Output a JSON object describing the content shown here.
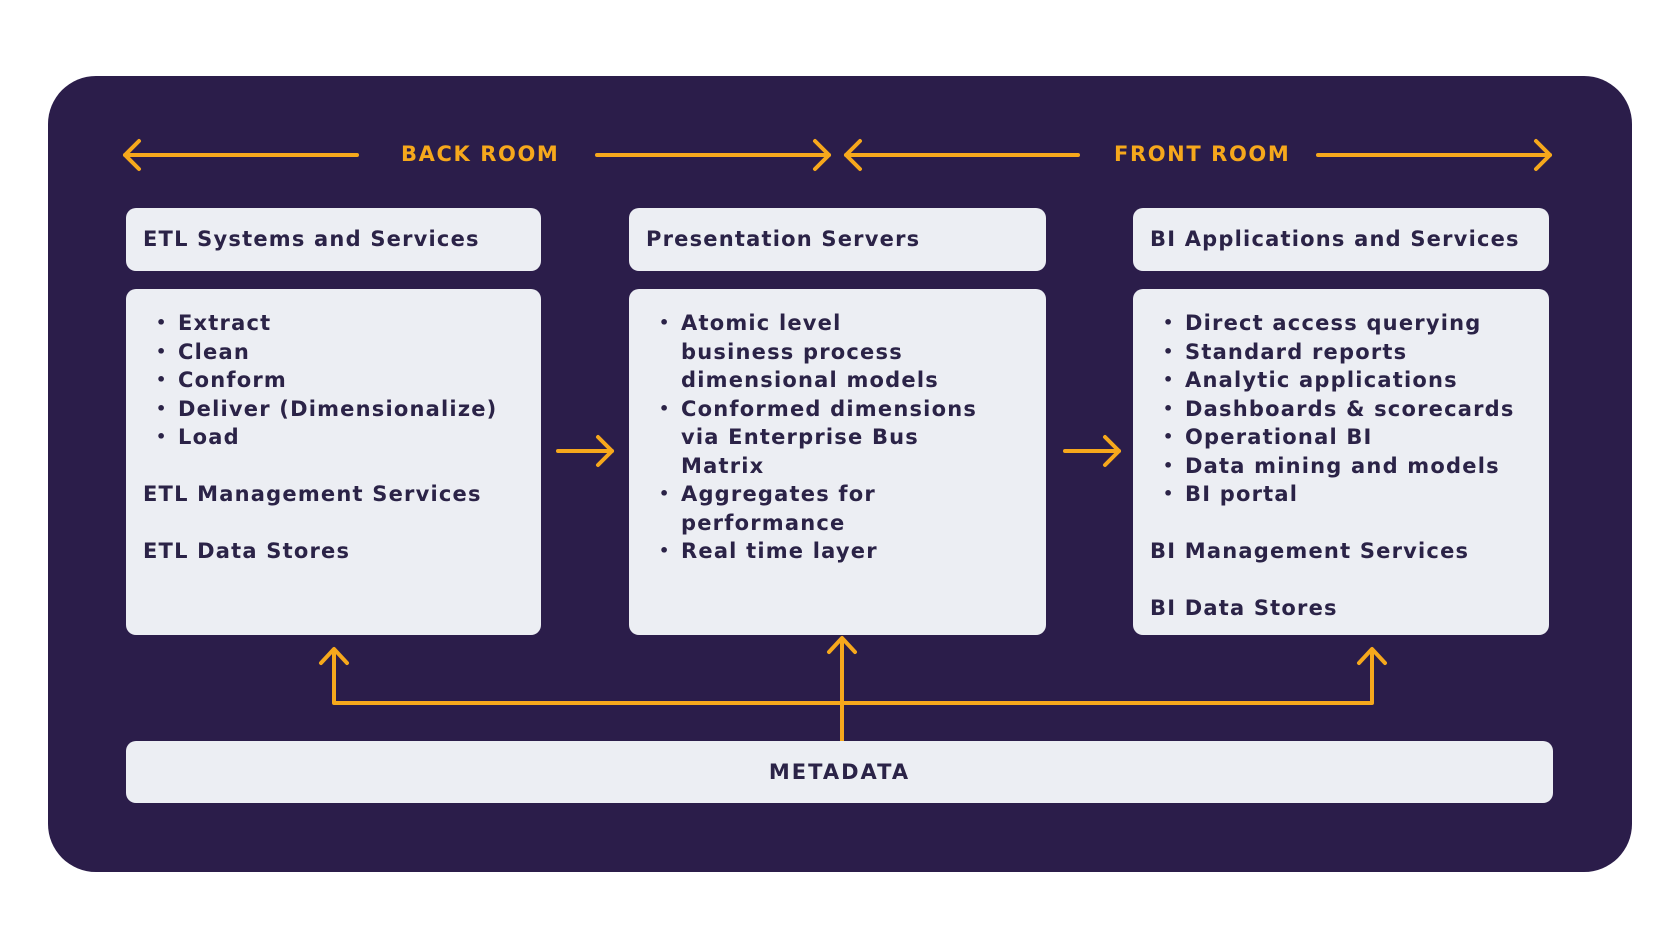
{
  "colors": {
    "panel": "#2b1d4a",
    "box": "#eceef3",
    "text": "#2b2347",
    "accent": "#f6a81c"
  },
  "zones": {
    "back_room": "BACK ROOM",
    "front_room": "FRONT ROOM"
  },
  "columns": [
    {
      "title": "ETL Systems and Services",
      "bullets": [
        "Extract",
        "Clean",
        "Conform",
        "Deliver (Dimensionalize)",
        "Load"
      ],
      "extras": [
        "ETL Management Services",
        "ETL Data Stores"
      ]
    },
    {
      "title": "Presentation Servers",
      "bullets": [
        "Atomic level business process dimensional models",
        "Conformed dimensions via Enterprise Bus Matrix",
        "Aggregates for performance",
        "Real time layer"
      ],
      "extras": []
    },
    {
      "title": "BI Applications and Services",
      "bullets": [
        "Direct access querying",
        "Standard reports",
        "Analytic applications",
        "Dashboards & scorecards",
        "Operational BI",
        "Data mining and models",
        "BI portal"
      ],
      "extras": [
        "BI Management Services",
        "BI Data Stores"
      ]
    }
  ],
  "metadata": {
    "label": "METADATA"
  },
  "connectors": [
    {
      "from": "ETL Systems and Services",
      "to": "Presentation Servers"
    },
    {
      "from": "Presentation Servers",
      "to": "BI Applications and Services"
    },
    {
      "from": "METADATA",
      "to": "ETL Systems and Services"
    },
    {
      "from": "METADATA",
      "to": "Presentation Servers"
    },
    {
      "from": "METADATA",
      "to": "BI Applications and Services"
    }
  ]
}
